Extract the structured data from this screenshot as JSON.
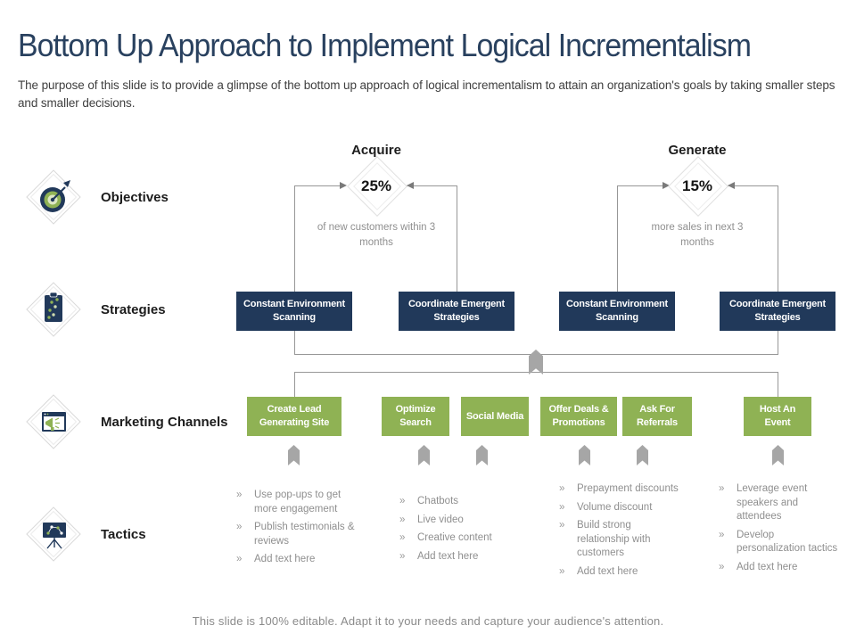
{
  "header": {
    "title": "Bottom Up Approach to Implement Logical Incrementalism",
    "subtitle": "The purpose of this slide is to provide a glimpse of the bottom up approach of logical incrementalism to attain an organization's goals by taking smaller steps and smaller decisions."
  },
  "rows": {
    "objectives": "Objectives",
    "strategies": "Strategies",
    "channels": "Marketing Channels",
    "tactics": "Tactics"
  },
  "objective_targets": [
    {
      "heading": "Acquire",
      "percent": "25%",
      "caption": "of new customers within 3 months"
    },
    {
      "heading": "Generate",
      "percent": "15%",
      "caption": "more sales in next 3 months"
    }
  ],
  "strategies": [
    "Constant Environment Scanning",
    "Coordinate Emergent Strategies",
    "Constant Environment Scanning",
    "Coordinate Emergent Strategies"
  ],
  "channels": [
    "Create Lead Generating Site",
    "Optimize Search",
    "Social Media",
    "Offer Deals & Promotions",
    "Ask For Referrals",
    "Host An Event"
  ],
  "tactics_columns": [
    {
      "items": [
        "Use pop-ups to get more engagement",
        "Publish testimonials & reviews",
        "Add text here"
      ]
    },
    {
      "items": [
        "Chatbots",
        "Live video",
        "Creative content",
        "Add text here"
      ]
    },
    {
      "items": [
        "Prepayment discounts",
        "Volume discount",
        "Build strong relationship with customers",
        "Add text here"
      ]
    },
    {
      "items": [
        "Leverage event speakers and attendees",
        "Develop personalization tactics",
        "Add text here"
      ]
    }
  ],
  "bullet_marker": "»",
  "footer": "This slide is 100% editable. Adapt it to your needs and capture your audience's attention.",
  "colors": {
    "navy": "#21395a",
    "green": "#8fb254",
    "title_navy": "#29415f",
    "muted_gray": "#8f8f8f"
  },
  "icons": [
    "target-dart-icon",
    "strategy-path-icon",
    "megaphone-browser-icon",
    "tactics-board-icon",
    "up-arrow-icon",
    "chevron-bullet"
  ]
}
